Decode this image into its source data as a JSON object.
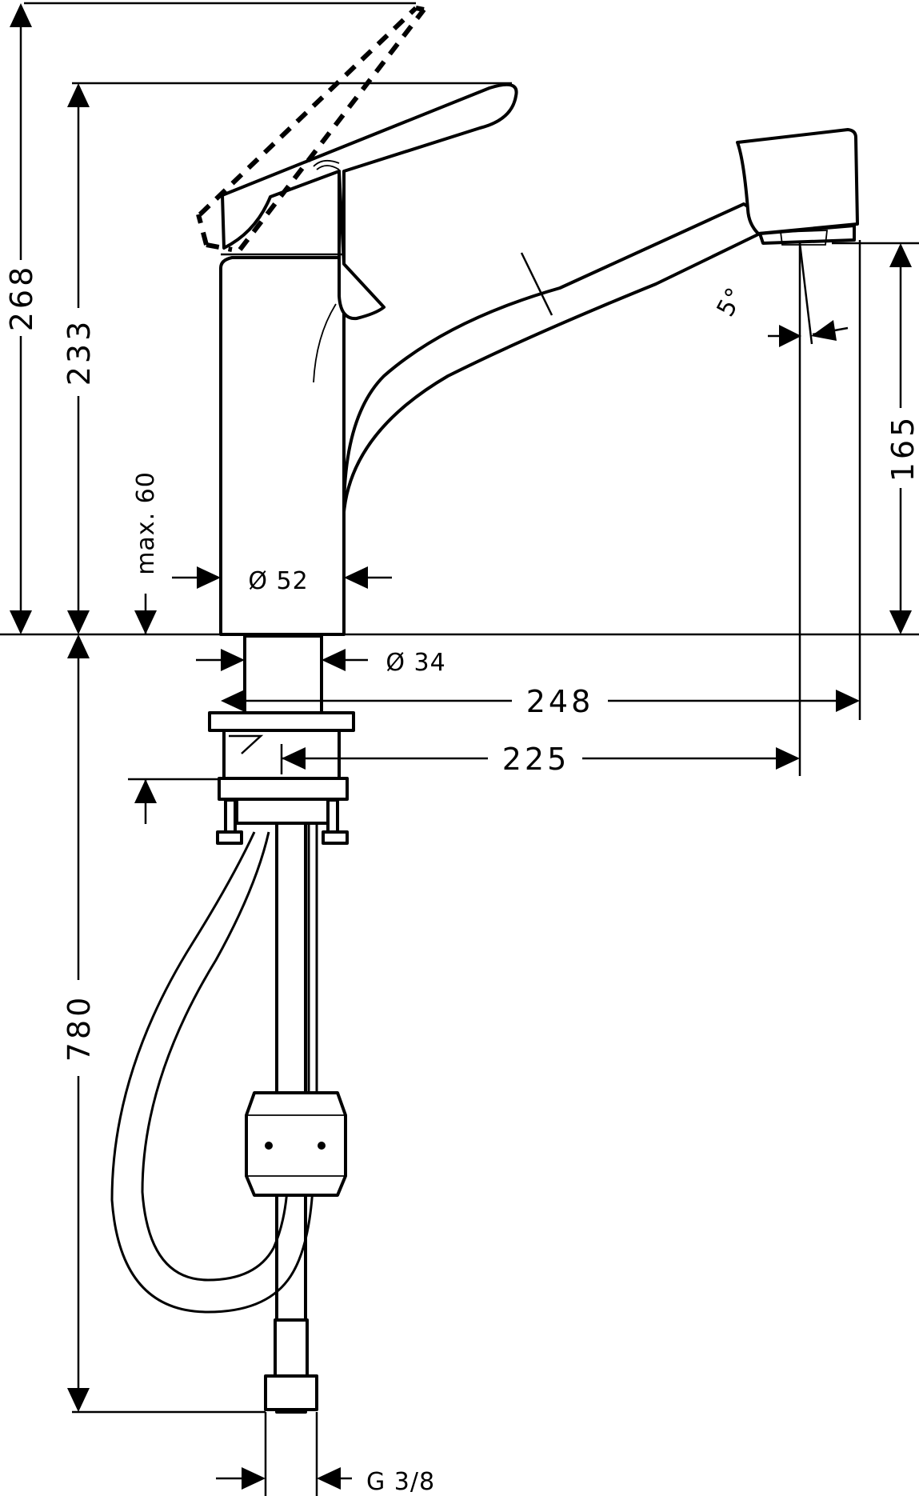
{
  "dimensions": {
    "d268": "268",
    "d233": "233",
    "max60": "max. 60",
    "dia52": "Ø 52",
    "dia34": "Ø 34",
    "d248": "248",
    "d225": "225",
    "d165": "165",
    "angle5": "5°",
    "d780": "780",
    "thread": "G 3/8"
  }
}
